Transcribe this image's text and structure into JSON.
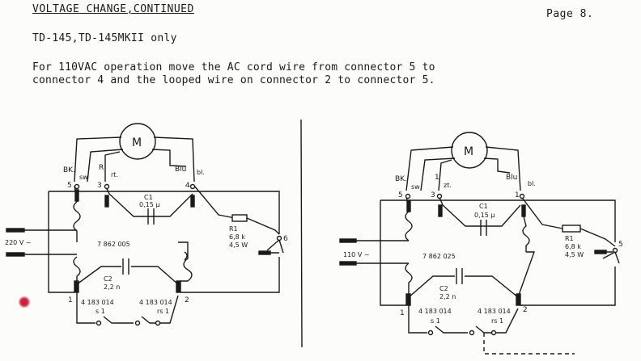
{
  "header": {
    "section_title": "VOLTAGE CHANGE,CONTINUED",
    "page_number": "Page 8."
  },
  "body": {
    "models_line": "TD-145,TD-145MKII only",
    "instruction_line1": "For 110VAC operation move the AC cord wire from connector 5 to",
    "instruction_line2": "connector 4 and the looped wire on connector 2 to connector 5."
  },
  "left_diagram": {
    "motor": "M",
    "wire_bk": "BK.",
    "wire_sw": "sw",
    "wire_r": "R",
    "wire_rt": "rt.",
    "wire_blu": "Blu",
    "wire_bl": "bl.",
    "term_5": "5",
    "term_3": "3",
    "term_4": "4",
    "term_6": "6",
    "term_1": "1",
    "term_2": "2",
    "cap_c1": "C1",
    "cap_c1_val": "0,15 μ",
    "res_r1": "R1",
    "res_r1_val": "6,8 k",
    "res_r1_watt": "4,5 W",
    "voltage": "220 V ~",
    "part_no": "7 862 005",
    "cap_c2": "C2",
    "cap_c2_val": "2,2 n",
    "switch_a": "4 183 014",
    "switch_a_name": "s 1",
    "switch_b": "4 183 014",
    "switch_b_name": "rs 1"
  },
  "right_diagram": {
    "motor": "M",
    "wire_bk": "BK.",
    "wire_sw": "sw",
    "wire_r": "1",
    "wire_rt": "zt.",
    "wire_blu": "Blu",
    "wire_bl": "bl.",
    "term_5": "5",
    "term_3": "3",
    "term_4": "1",
    "term_6": "5",
    "term_1": "1",
    "term_2": "2",
    "cap_c1": "C1",
    "cap_c1_val": "0,15 μ",
    "res_r1": "R1",
    "res_r1_val": "6,8 k",
    "res_r1_watt": "4,5 W",
    "voltage": "110 V ~",
    "part_no": "7 862 025",
    "cap_c2": "C2",
    "cap_c2_val": "2,2 n",
    "switch_a": "4 183 014",
    "switch_a_name": "s 1",
    "switch_b": "4 183 014",
    "switch_b_name": "rs 1"
  }
}
